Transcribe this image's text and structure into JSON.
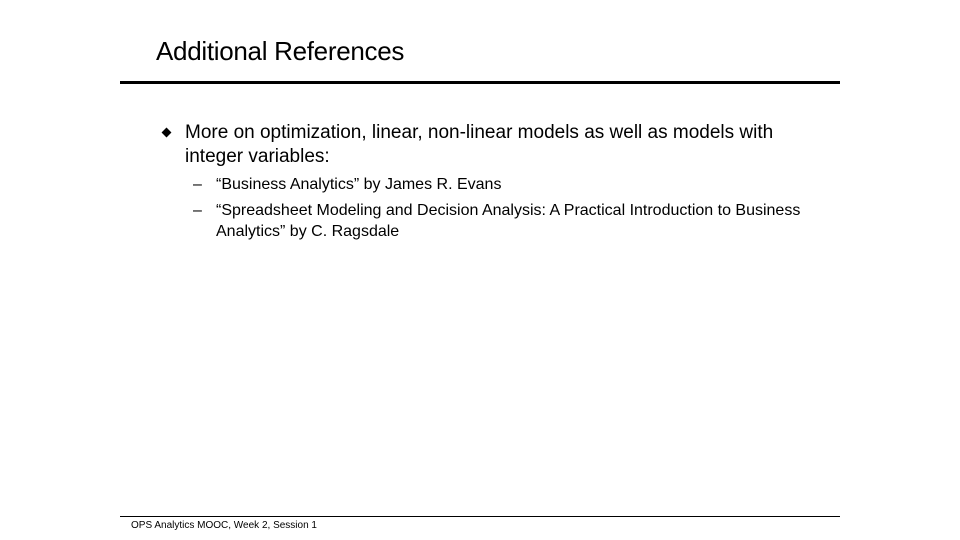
{
  "slide": {
    "title": "Additional References",
    "bullet": {
      "text": "More on optimization, linear, non-linear models as well as models with integer variables:",
      "sub_items": [
        {
          "dash": "–",
          "text": "“Business Analytics” by James R. Evans"
        },
        {
          "dash": "–",
          "text": "“Spreadsheet Modeling and Decision Analysis: A Practical Introduction to Business Analytics” by C. Ragsdale"
        }
      ]
    }
  },
  "footer": {
    "text": "OPS Analytics MOOC, Week 2, Session 1"
  }
}
